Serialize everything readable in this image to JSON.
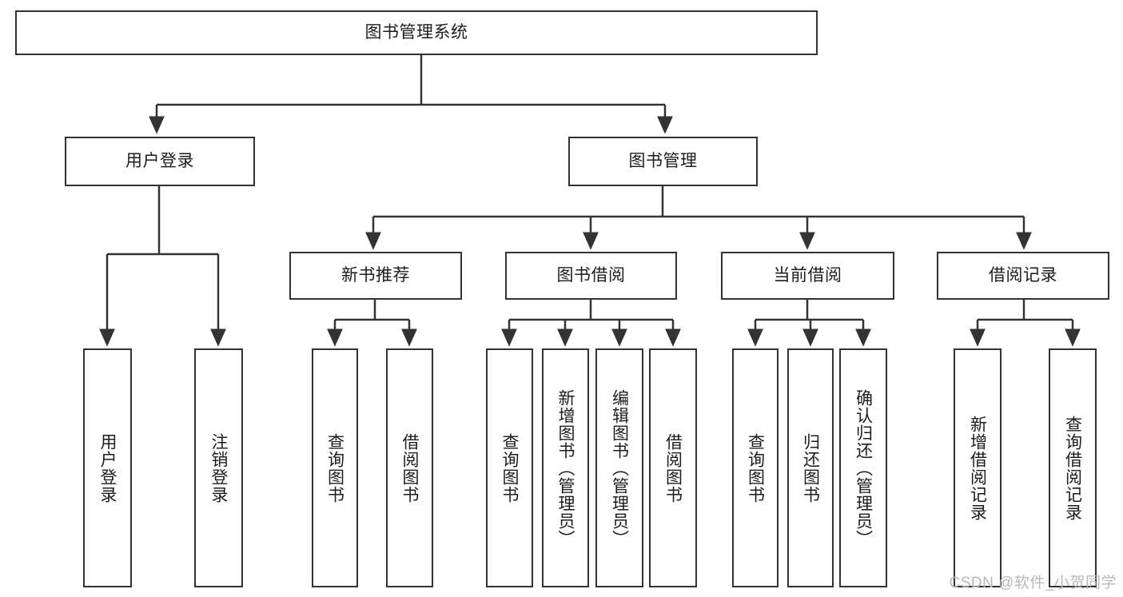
{
  "diagram": {
    "title": "图书管理系统",
    "type": "hierarchy-tree",
    "watermark": "CSDN @软件_小贺同学",
    "colors": {
      "box_border": "#333333",
      "box_fill": "#ffffff",
      "connector": "#333333",
      "text": "#1c1c1c",
      "watermark": "#b8b8b8"
    },
    "nodes": {
      "root": {
        "label": "图书管理系统"
      },
      "level1": [
        {
          "label": "用户登录"
        },
        {
          "label": "图书管理"
        }
      ],
      "level2": [
        {
          "label": "新书推荐"
        },
        {
          "label": "图书借阅"
        },
        {
          "label": "当前借阅"
        },
        {
          "label": "借阅记录"
        }
      ],
      "leaves": {
        "user_login": [
          {
            "label": "用户登录"
          },
          {
            "label": "注销登录"
          }
        ],
        "new_book": [
          {
            "label": "查询图书"
          },
          {
            "label": "借阅图书"
          }
        ],
        "book_borrow": [
          {
            "label": "查询图书"
          },
          {
            "label": "新增图书（管理员）"
          },
          {
            "label": "编辑图书（管理员）"
          },
          {
            "label": "借阅图书"
          }
        ],
        "current_borrow": [
          {
            "label": "查询图书"
          },
          {
            "label": "归还图书"
          },
          {
            "label": "确认归还（管理员）"
          }
        ],
        "borrow_record": [
          {
            "label": "新增借阅记录"
          },
          {
            "label": "查询借阅记录"
          }
        ]
      }
    }
  }
}
